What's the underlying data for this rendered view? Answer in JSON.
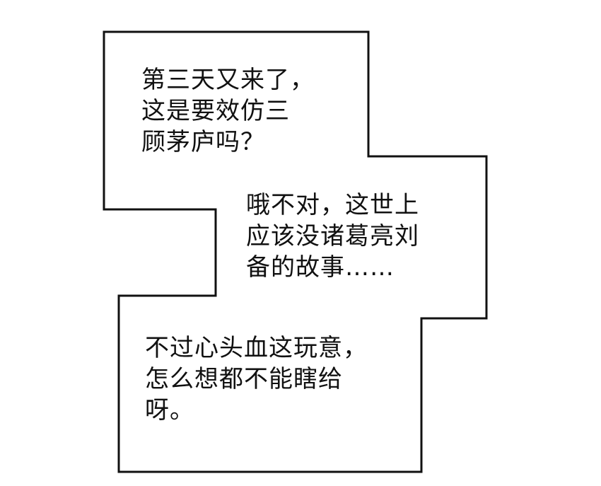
{
  "panel": {
    "border_color": "#111111",
    "background_color": "#ffffff"
  },
  "caption_1": {
    "lines": [
      "第三天又来了，",
      "这是要效仿三",
      "顾茅庐吗？"
    ]
  },
  "caption_2": {
    "lines": [
      "哦不对，这世上",
      "应该没诸葛亮刘",
      "备的故事……"
    ]
  },
  "caption_3": {
    "lines": [
      "不过心头血这玩意，",
      "怎么想都不能瞎给",
      "呀。"
    ]
  }
}
